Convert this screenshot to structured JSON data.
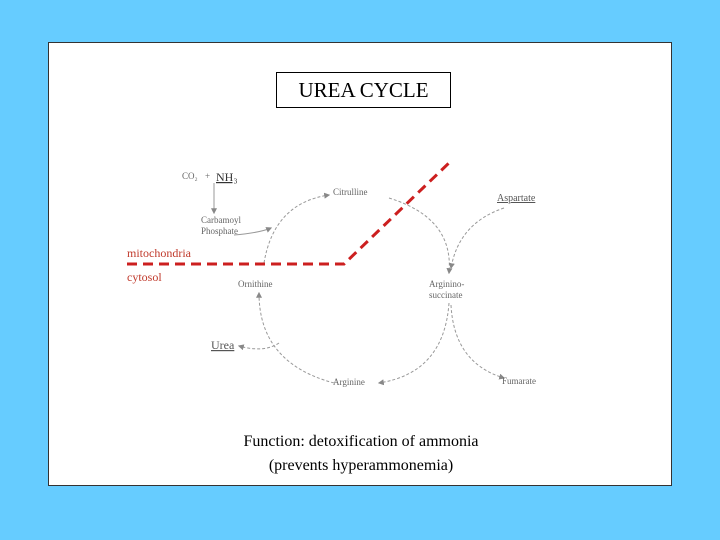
{
  "title": "UREA CYCLE",
  "compartments": {
    "mitochondria": "mitochondria",
    "cytosol": "cytosol"
  },
  "nodes": {
    "co2": "CO₂",
    "plus": "+",
    "nh3": "NH₃",
    "carbamoyl_line1": "Carbamoyl",
    "carbamoyl_line2": "Phosphate",
    "citrulline": "Citrulline",
    "aspartate": "Aspartate",
    "ornithine": "Ornithine",
    "arginino_line1": "Arginino-",
    "arginino_line2": "succinate",
    "urea": "Urea",
    "arginine": "Arginine",
    "fumarate": "Fumarate"
  },
  "function": {
    "line1": "Function:  detoxification of ammonia",
    "line2": "(prevents hyperammonemia)"
  },
  "colors": {
    "background": "#66ccff",
    "boundary": "#cc1f1f",
    "compartment_text": "#c0392b",
    "cycle_arrows": "#888888"
  }
}
